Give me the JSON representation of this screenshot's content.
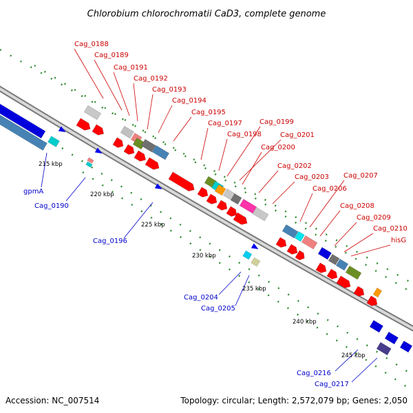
{
  "title": "Chlorobium chlorochromatii CaD3, complete genome",
  "footer": {
    "accession": "Accession: NC_007514",
    "summary": "Topology: circular; Length: 2,572,079 bp; Genes: 2,050"
  },
  "scale_labels": [
    "215 kbp",
    "220 kbp",
    "225 kbp",
    "230 kbp",
    "235 kbp",
    "240 kbp",
    "245 kbp"
  ],
  "forward_gene_labels": [
    "Cag_0188",
    "Cag_0189",
    "Cag_0191",
    "Cag_0192",
    "Cag_0193",
    "Cag_0194",
    "Cag_0195",
    "Cag_0197",
    "Cag_0198",
    "Cag_0199",
    "Cag_0201",
    "Cag_0200",
    "Cag_0202",
    "Cag_0203",
    "Cag_0206",
    "Cag_0207",
    "Cag_0208",
    "Cag_0209",
    "Cag_0210",
    "hisG"
  ],
  "reverse_gene_labels": [
    "gpmA",
    "Cag_0190",
    "Cag_0196",
    "Cag_0204",
    "Cag_0205",
    "Cag_0216",
    "Cag_0217"
  ],
  "colors": {
    "forward_label": "#cc0000",
    "reverse_label": "#0000cc",
    "forward_cds": "#ff0000",
    "reverse_cds": "#0000ee",
    "backbone": "#999999",
    "tick": "#2e8b2e"
  }
}
